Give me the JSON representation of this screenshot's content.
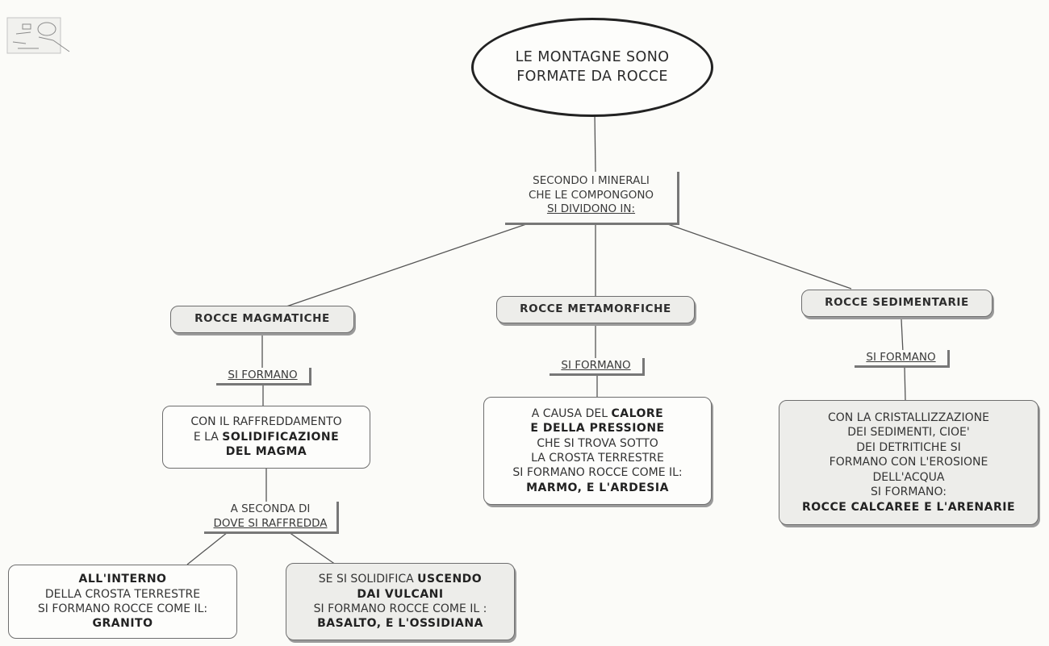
{
  "root": {
    "line1": "LE MONTAGNE SONO",
    "line2": "FORMATE DA ROCCE"
  },
  "connector_top": {
    "line1": "SECONDO I MINERALI",
    "line2": "CHE LE COMPONGONO",
    "line3": "SI DIVIDONO IN:"
  },
  "categories": {
    "magmatiche": "ROCCE MAGMATICHE",
    "metamorfiche": "ROCCE METAMORFICHE",
    "sedimentarie": "ROCCE SEDIMENTARIE"
  },
  "links": {
    "si_formano": "SI FORMANO",
    "seconda_line1": "A SECONDA DI",
    "seconda_line2": "DOVE SI RAFFREDDA"
  },
  "magmatiche_desc": {
    "line1": "CON IL  RAFFREDDAMENTO",
    "line2_plain": "E LA ",
    "line2_bold": "SOLIDIFICAZIONE",
    "line3_bold": "DEL MAGMA"
  },
  "interno": {
    "line1_bold": "ALL'INTERNO",
    "line2": "DELLA CROSTA TERRESTRE",
    "line3": "SI FORMANO ROCCE COME IL:",
    "line4_bold": "GRANITO"
  },
  "vulcani": {
    "line1_plain": "SE SI SOLIDIFICA ",
    "line1_bold": "USCENDO",
    "line2_bold": "DAI VULCANI",
    "line3": "SI FORMANO ROCCE COME IL :",
    "line4_bold": "BASALTO, E L'OSSIDIANA"
  },
  "metamorfiche_desc": {
    "line1_plain": "A CAUSA DEL ",
    "line1_bold": "CALORE",
    "line2_bold": "E DELLA PRESSIONE",
    "line3": "CHE SI TROVA SOTTO",
    "line4": "LA CROSTA TERRESTRE",
    "line5": "SI FORMANO ROCCE COME IL:",
    "line6_bold": "MARMO, E L'ARDESIA"
  },
  "sedimentarie_desc": {
    "line1": "CON LA CRISTALLIZZAZIONE",
    "line2": "DEI SEDIMENTI, CIOE'",
    "line3": "DEI DETRITICHE SI",
    "line4": "FORMANO CON L'EROSIONE",
    "line5": "DELL'ACQUA",
    "line6": "SI FORMANO:",
    "line7_bold": "ROCCE CALCAREE E L'ARENARIE"
  }
}
